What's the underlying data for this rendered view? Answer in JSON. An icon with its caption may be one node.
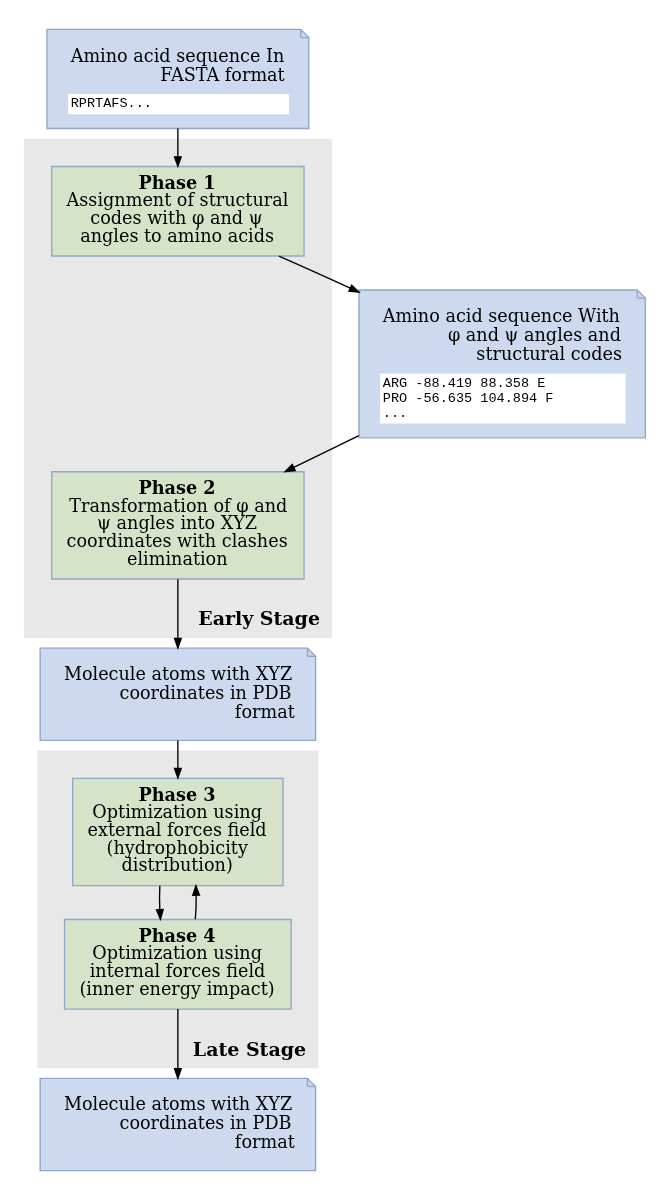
{
  "diagram": {
    "nodes": [
      {
        "text": [
          "Amino acid sequence In FASTA format",
          "RPRTAFS..."
        ]
      },
      {
        "text": [
          "Early Stage"
        ]
      },
      {
        "text": [
          "Phase 1",
          "Assignment of structural codes with φ and ψ angles to amino acids"
        ],
        "in": 1
      },
      {
        "text": [
          "Amino acid sequence With φ and ψ angles and structural codes",
          "ARG -88.419 88.358 E PRO -56.635 104.894 F ..."
        ]
      },
      {
        "text": [
          "Phase 2",
          "Transformation of φ and ψ angles into XYZ coordinates with clashes elimination"
        ],
        "in": 1
      },
      {
        "text": [
          "Molecule atoms with XYZ coordinates in PDB format"
        ]
      },
      {
        "text": [
          "Late Stage"
        ]
      },
      {
        "text": [
          "Phase 3",
          "Optimization using external forces field (hydrophobicity distribution)"
        ],
        "in": 6
      },
      {
        "text": [
          "Phase 4",
          "Optimization using internal forces field (inner energy impact)"
        ],
        "in": 6
      },
      {
        "text": [
          "Molecule atoms with XYZ coordinates in PDB format"
        ]
      }
    ],
    "edges": [
      {
        "from": 0,
        "to": 2,
        "arrow": "to"
      },
      {
        "from": 2,
        "to": 3,
        "arrow": "to"
      },
      {
        "from": 3,
        "to": 4,
        "arrow": "to"
      },
      {
        "from": 4,
        "to": 5,
        "arrow": "to"
      },
      {
        "from": 5,
        "to": 7,
        "arrow": "to"
      },
      {
        "from": 7,
        "to": 8,
        "arrow": "to"
      },
      {
        "from": 8,
        "to": 7,
        "arrow": "to"
      },
      {
        "from": 8,
        "to": 9,
        "arrow": "to"
      }
    ]
  }
}
